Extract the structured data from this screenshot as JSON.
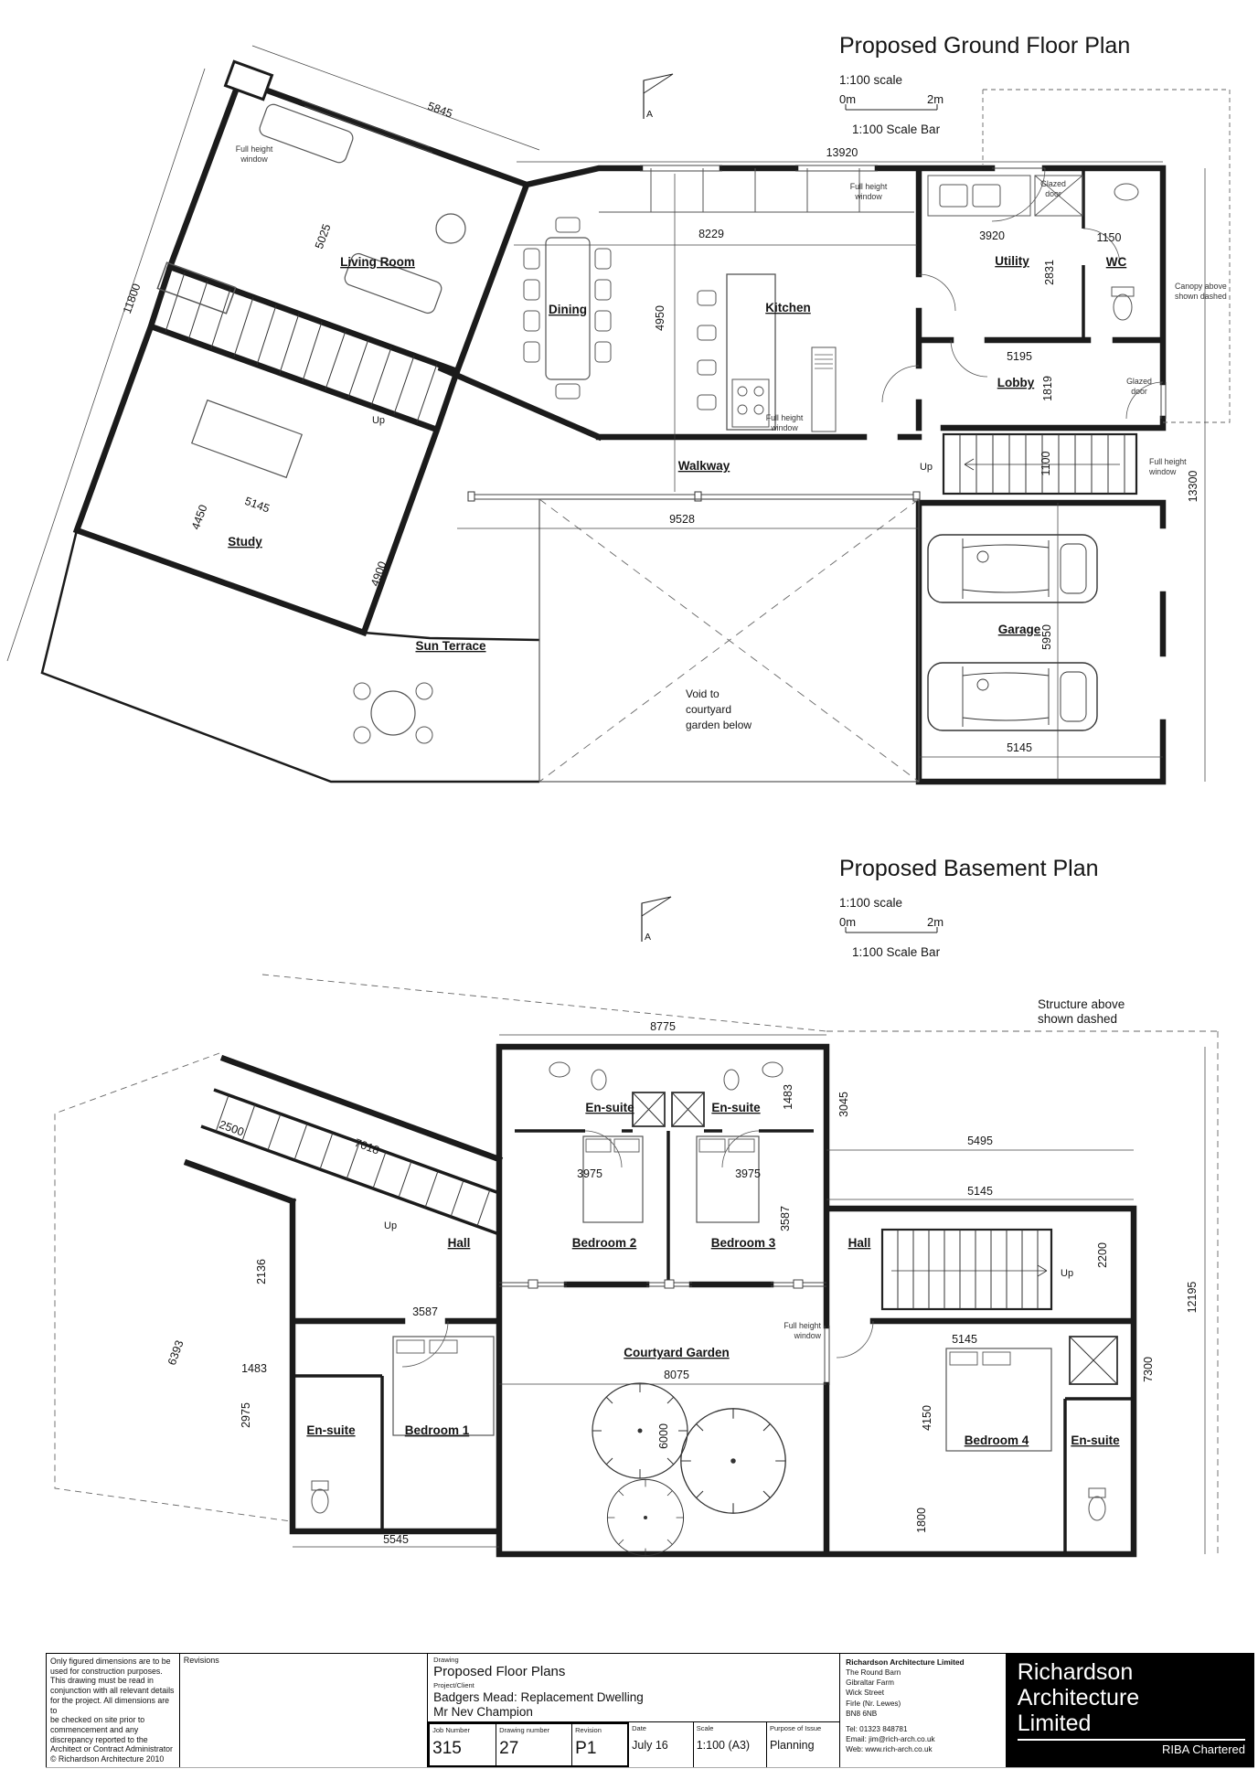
{
  "gf": {
    "title": "Proposed Ground Floor Plan",
    "scale_note": "1:100 scale",
    "bar0": "0m",
    "bar2": "2m",
    "bar_caption": "1:100 Scale Bar",
    "north": "A",
    "rooms": {
      "living": "Living Room",
      "dining": "Dining",
      "kitchen": "Kitchen",
      "utility": "Utility",
      "wc": "WC",
      "lobby": "Lobby",
      "study": "Study",
      "walkway": "Walkway",
      "terrace": "Sun Terrace",
      "garage": "Garage"
    },
    "dims": {
      "d5845": "5845",
      "d11800": "11800",
      "d5025": "5025",
      "d13920": "13920",
      "d8229": "8229",
      "d4950": "4950",
      "d3920": "3920",
      "d1150": "1150",
      "d2831": "2831",
      "d5195": "5195",
      "d1819": "1819",
      "d1100": "1100",
      "d13300": "13300",
      "d5145s": "5145",
      "d4450": "4450",
      "d4900": "4900",
      "d9528": "9528",
      "d5950": "5950",
      "d5145g": "5145"
    },
    "ann": {
      "fh1": "Full height",
      "fh2": "window",
      "gd1": "Glazed",
      "gd2": "door",
      "can1": "Canopy above",
      "can2": "shown dashed",
      "void1": "Void to",
      "void2": "courtyard",
      "void3": "garden below",
      "up": "Up"
    }
  },
  "bs": {
    "title": "Proposed Basement Plan",
    "scale_note": "1:100 scale",
    "bar0": "0m",
    "bar2": "2m",
    "bar_caption": "1:100 Scale Bar",
    "north": "A",
    "rooms": {
      "ensuite": "En-suite",
      "bed1": "Bedroom 1",
      "bed2": "Bedroom 2",
      "bed3": "Bedroom 3",
      "bed4": "Bedroom 4",
      "hall": "Hall",
      "courtyard": "Courtyard Garden"
    },
    "dims": {
      "d8775": "8775",
      "d1483": "1483",
      "d3045": "3045",
      "d5495": "5495",
      "d2500": "2500",
      "d7018": "7018",
      "d3975": "3975",
      "d3587": "3587",
      "d5145": "5145",
      "d2200": "2200",
      "d12195": "12195",
      "d7300": "7300",
      "d2136": "2136",
      "d6393": "6393",
      "d2975": "2975",
      "d5545": "5545",
      "d8075": "8075",
      "d6000": "6000",
      "d4150": "4150",
      "d1800": "1800"
    },
    "ann": {
      "st1": "Structure above",
      "st2": "shown dashed",
      "fh1": "Full height",
      "fh2": "window",
      "up": "Up"
    }
  },
  "tb": {
    "notes": [
      "Only figured dimensions are to be",
      "used for construction purposes.",
      "This drawing must be read in",
      "conjunction with all relevant details",
      "for the project. All dimensions are to",
      "be checked on site prior to",
      "commencement and any",
      "discrepancy reported to the",
      "Architect or Contract Administrator",
      "© Richardson Architecture 2010"
    ],
    "revisions_label": "Revisions",
    "drawing_label": "Drawing",
    "drawing_title": "Proposed Floor Plans",
    "project_label": "Project/Client",
    "project1": "Badgers Mead: Replacement Dwelling",
    "project2": "Mr Nev Champion",
    "job_label": "Job Number",
    "job": "315",
    "dwgno_label": "Drawing number",
    "dwgno": "27",
    "rev_label": "Revision",
    "rev": "P1",
    "date_label": "Date",
    "date": "July 16",
    "scale_label": "Scale",
    "scale": "1:100 (A3)",
    "purpose_label": "Purpose of Issue",
    "purpose": "Planning",
    "company_name": "Richardson Architecture Limited",
    "company_lines": [
      "The Round Barn",
      "Gibraltar Farm",
      "Wick Street",
      "Firle (Nr. Lewes)",
      "BN8 6NB"
    ],
    "tel": "Tel: 01323 848781",
    "email": "Email: jim@rich-arch.co.uk",
    "web": "Web: www.rich-arch.co.uk",
    "brand1": "Richardson",
    "brand2": "Architecture",
    "brand3": "Limited",
    "riba": "RIBA Chartered"
  }
}
